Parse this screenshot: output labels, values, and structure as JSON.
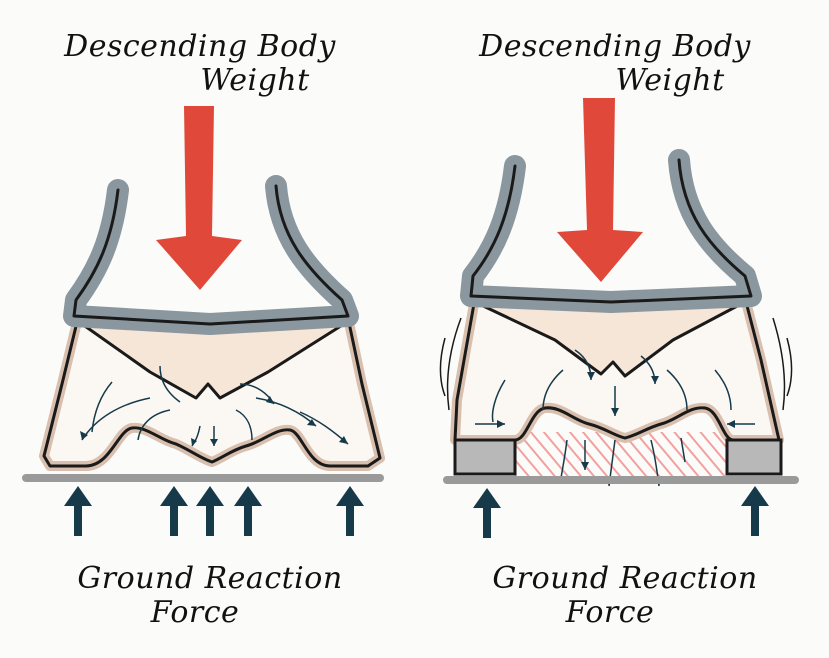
{
  "panels": [
    {
      "id": "left",
      "top_label_line1": "Descending Body",
      "top_label_line2": "Weight",
      "bottom_label_line1": "Ground Reaction",
      "bottom_label_line2": "Force"
    },
    {
      "id": "right",
      "top_label_line1": "Descending Body",
      "top_label_line2": "Weight",
      "bottom_label_line1": "Ground Reaction",
      "bottom_label_line2": "Force"
    }
  ],
  "colors": {
    "arrow_red": "#e0493a",
    "heel_cup": "#8a979e",
    "midsole_fill": "#fbf7f2",
    "midsole_edge": "#d8bfae",
    "ground": "#9a9a9a",
    "reaction_arrow": "#163a4a",
    "hatch": "#f08a88",
    "insert": "#b8b8b8"
  }
}
